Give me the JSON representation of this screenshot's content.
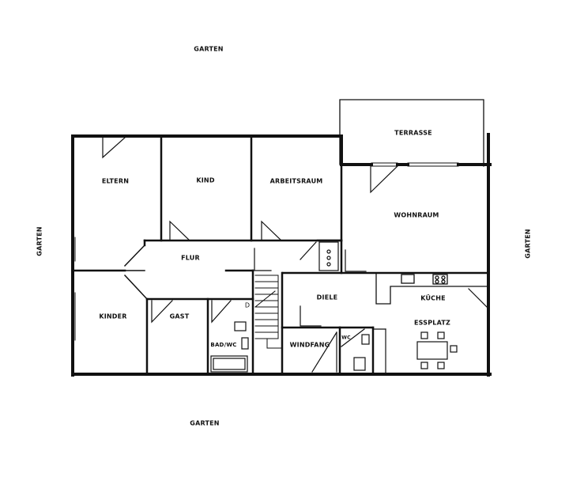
{
  "plan": {
    "surroundings": {
      "top": "GARTEN",
      "left": "GARTEN",
      "right": "GARTEN",
      "bottom": "GARTEN"
    },
    "rooms": {
      "eltern": "ELTERN",
      "kind": "KIND",
      "arbeitsraum": "ARBEITSRAUM",
      "terrasse": "TERRASSE",
      "wohnraum": "WOHNRAUM",
      "flur": "FLUR",
      "kinder": "KINDER",
      "gast": "GAST",
      "bad_wc": "BAD/WC",
      "diele": "DIELE",
      "kueche": "KÜCHE",
      "essplatz": "ESSPLATZ",
      "windfang": "WINDFANG",
      "wc": "WC"
    },
    "marks": {
      "stair_marker": "D"
    },
    "colors": {
      "wall": "#111111",
      "background": "#ffffff"
    }
  }
}
